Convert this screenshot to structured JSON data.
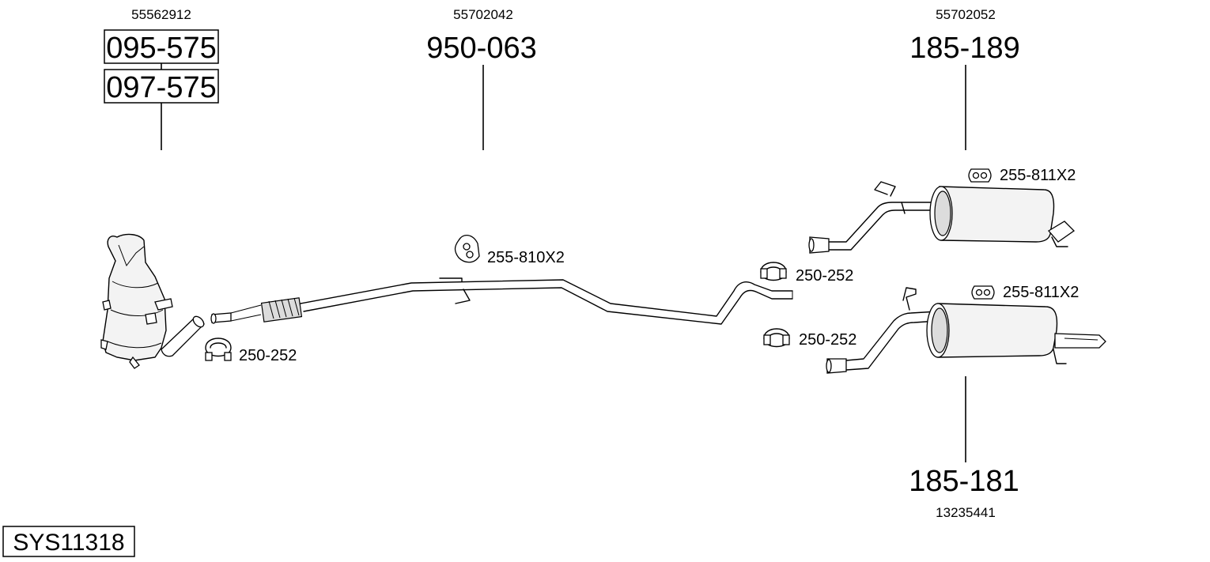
{
  "parts": {
    "catalyst": {
      "oem": "55562912",
      "codes": [
        "095-575",
        "097-575"
      ]
    },
    "middle_pipe": {
      "oem": "55702042",
      "code": "950-063"
    },
    "rear_silencer_top": {
      "oem": "55702052",
      "code": "185-189"
    },
    "rear_silencer_bottom": {
      "oem": "13235441",
      "code": "185-181"
    }
  },
  "accessories": {
    "clamp_front": "250-252",
    "hanger_middle": "255-810X2",
    "clamp_upper": "250-252",
    "clamp_lower": "250-252",
    "rubber_top": "255-811X2",
    "rubber_bottom": "255-811X2"
  },
  "system_code": "SYS11318"
}
